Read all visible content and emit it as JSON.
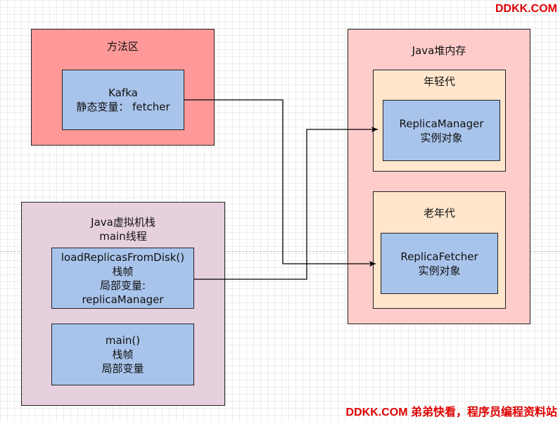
{
  "method_area": {
    "title": "方法区",
    "kafka": {
      "line1": "Kafka",
      "line2": "静态变量： fetcher"
    }
  },
  "heap": {
    "title": "Java堆内存",
    "young_gen": {
      "title": "年轻代",
      "object": {
        "line1": "ReplicaManager",
        "line2": "实例对象"
      }
    },
    "old_gen": {
      "title": "老年代",
      "object": {
        "line1": "ReplicaFetcher",
        "line2": "实例对象"
      }
    }
  },
  "jvm_stack": {
    "title_line1": "Java虚拟机栈",
    "title_line2": "main线程",
    "frame_load": {
      "line1": "loadReplicasFromDisk()",
      "line2": "栈帧",
      "line3": "局部变量:",
      "line4": "replicaManager"
    },
    "frame_main": {
      "line1": "main()",
      "line2": "栈帧",
      "line3": "局部变量"
    }
  },
  "watermarks": {
    "top": "DDKK.COM",
    "bottom": "DDKK.COM 弟弟快看，程序员编程资料站"
  },
  "colors": {
    "method_area": "#ff9999",
    "heap": "#ffcccc",
    "generation": "#ffe6cc",
    "object": "#a9c4eb",
    "stack": "#e6d0de",
    "watermark": "#e00000"
  }
}
